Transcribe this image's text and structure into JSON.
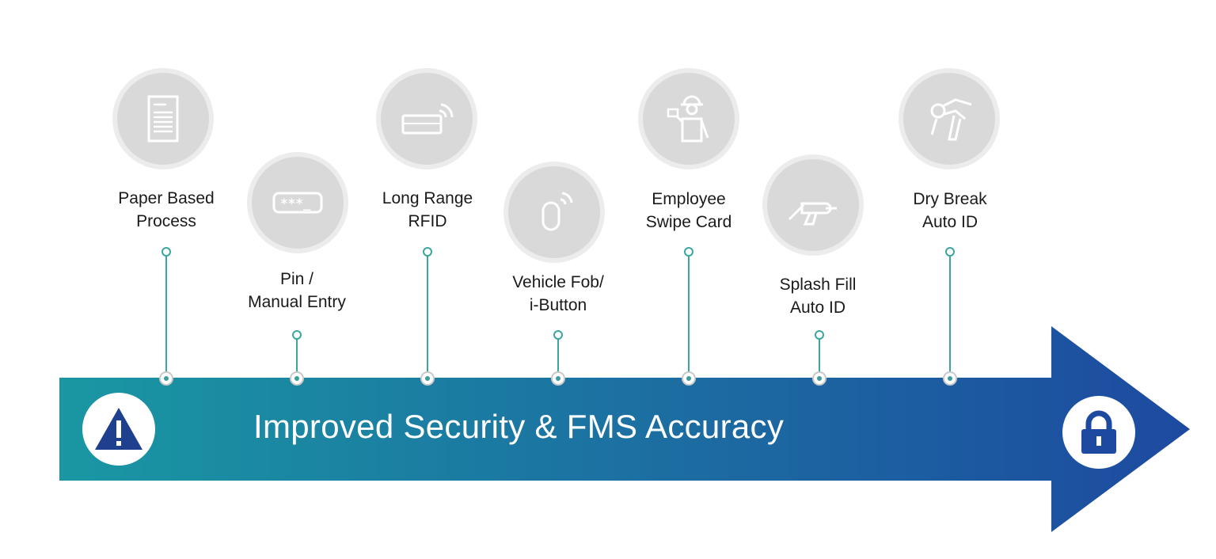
{
  "title": "Improved Security & FMS Accuracy",
  "colors": {
    "arrow_start": "#1a97a3",
    "arrow_end": "#1d4aa0",
    "connector": "#3aa6a0",
    "icon_bg": "#d9d9d9"
  },
  "start_badge_icon": "warning-icon",
  "end_badge_icon": "lock-icon",
  "milestones": [
    {
      "label_lines": [
        "Paper Based",
        "Process"
      ],
      "icon": "paper-document-icon",
      "position": "upper"
    },
    {
      "label_lines": [
        "Pin /",
        "Manual Entry"
      ],
      "icon": "pin-keypad-icon",
      "position": "lower"
    },
    {
      "label_lines": [
        "Long Range",
        "RFID"
      ],
      "icon": "rfid-reader-icon",
      "position": "upper"
    },
    {
      "label_lines": [
        "Vehicle Fob/",
        "i-Button"
      ],
      "icon": "key-fob-icon",
      "position": "lower"
    },
    {
      "label_lines": [
        "Employee",
        "Swipe Card"
      ],
      "icon": "employee-card-icon",
      "position": "upper"
    },
    {
      "label_lines": [
        "Splash Fill",
        "Auto ID"
      ],
      "icon": "fuel-nozzle-icon",
      "position": "lower"
    },
    {
      "label_lines": [
        "Dry Break",
        "Auto ID"
      ],
      "icon": "dry-break-nozzle-icon",
      "position": "upper"
    }
  ]
}
